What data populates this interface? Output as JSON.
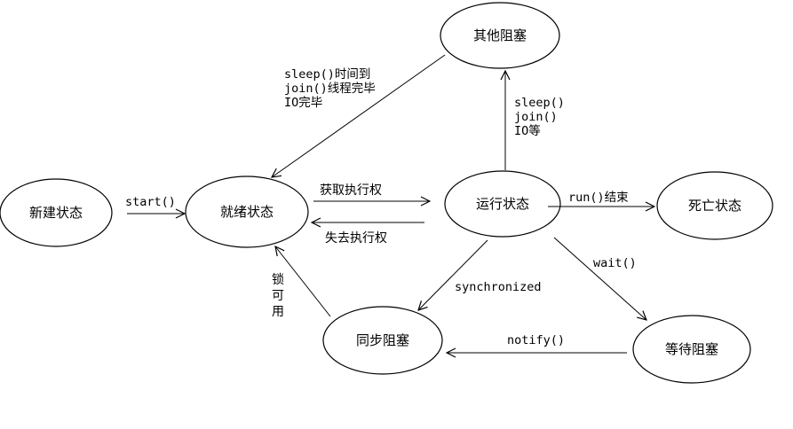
{
  "nodes": {
    "new": "新建状态",
    "ready": "就绪状态",
    "running": "运行状态",
    "dead": "死亡状态",
    "other_blocked": "其他阻塞",
    "sync_blocked": "同步阻塞",
    "wait_blocked": "等待阻塞"
  },
  "edges": {
    "start": "start()",
    "get_cpu": "获取执行权",
    "lose_cpu": "失去执行权",
    "run_end": "run()结束",
    "sleep": "sleep()",
    "join": "join()",
    "io": "IO等",
    "other_back_1": "sleep()时间到",
    "other_back_2": "join()线程完毕",
    "other_back_3": "IO完毕",
    "synchronized": "synchronized",
    "wait": "wait()",
    "notify": "notify()",
    "lock_1": "锁",
    "lock_2": "可",
    "lock_3": "用"
  }
}
